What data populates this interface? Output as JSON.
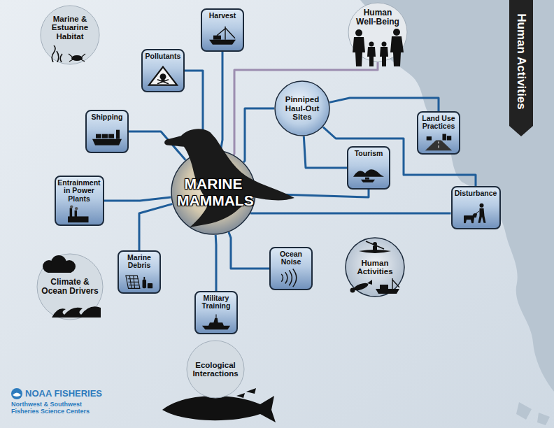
{
  "diagram": {
    "nodes": [
      {
        "text": [
          "Marine & Estuarine Habitat"
        ]
      },
      {
        "text": [
          "Harvest"
        ]
      },
      {
        "text": [
          "Human Well-Being"
        ]
      },
      {
        "text": [
          "Human Activities"
        ]
      },
      {
        "text": [
          "Pollutants"
        ]
      },
      {
        "text": [
          "Pinniped Haul-Out Sites"
        ]
      },
      {
        "text": [
          "Shipping"
        ]
      },
      {
        "text": [
          "Land Use Practices"
        ]
      },
      {
        "text": [
          "Tourism"
        ]
      },
      {
        "text": [
          "MARINE MAMMALS"
        ]
      },
      {
        "text": [
          "Entrainment in Power Plants"
        ]
      },
      {
        "text": [
          "Disturbance"
        ]
      },
      {
        "text": [
          "Marine Debris"
        ]
      },
      {
        "text": [
          "Ocean Noise"
        ]
      },
      {
        "text": [
          "Human Activities"
        ]
      },
      {
        "text": [
          "Climate & Ocean Drivers"
        ]
      },
      {
        "text": [
          "Military Training"
        ]
      },
      {
        "text": [
          "Ecological Interactions"
        ]
      }
    ],
    "edges": [
      {
        "from": 9,
        "to": 1,
        "arrow": "none"
      },
      {
        "from": 9,
        "to": 4,
        "arrow": "none"
      },
      {
        "from": 9,
        "to": 6,
        "arrow": "none"
      },
      {
        "from": 9,
        "to": 10,
        "arrow": "none"
      },
      {
        "from": 9,
        "to": 12,
        "arrow": "none"
      },
      {
        "from": 9,
        "to": 16,
        "arrow": "none"
      },
      {
        "from": 9,
        "to": 13,
        "arrow": "none"
      },
      {
        "from": 9,
        "to": 8,
        "arrow": "none"
      },
      {
        "from": 9,
        "to": 11,
        "arrow": "none"
      },
      {
        "from": 9,
        "to": 5,
        "arrow": "none"
      },
      {
        "from": 9,
        "to": 2,
        "arrow": "none"
      },
      {
        "from": 5,
        "to": 7,
        "arrow": "none"
      },
      {
        "from": 5,
        "to": 8,
        "arrow": "none"
      },
      {
        "from": 5,
        "to": 11,
        "arrow": "none"
      }
    ],
    "labels": [
      "NOAA FISHERIES",
      "Northwest & Southwest Fisheries Science Centers"
    ]
  }
}
